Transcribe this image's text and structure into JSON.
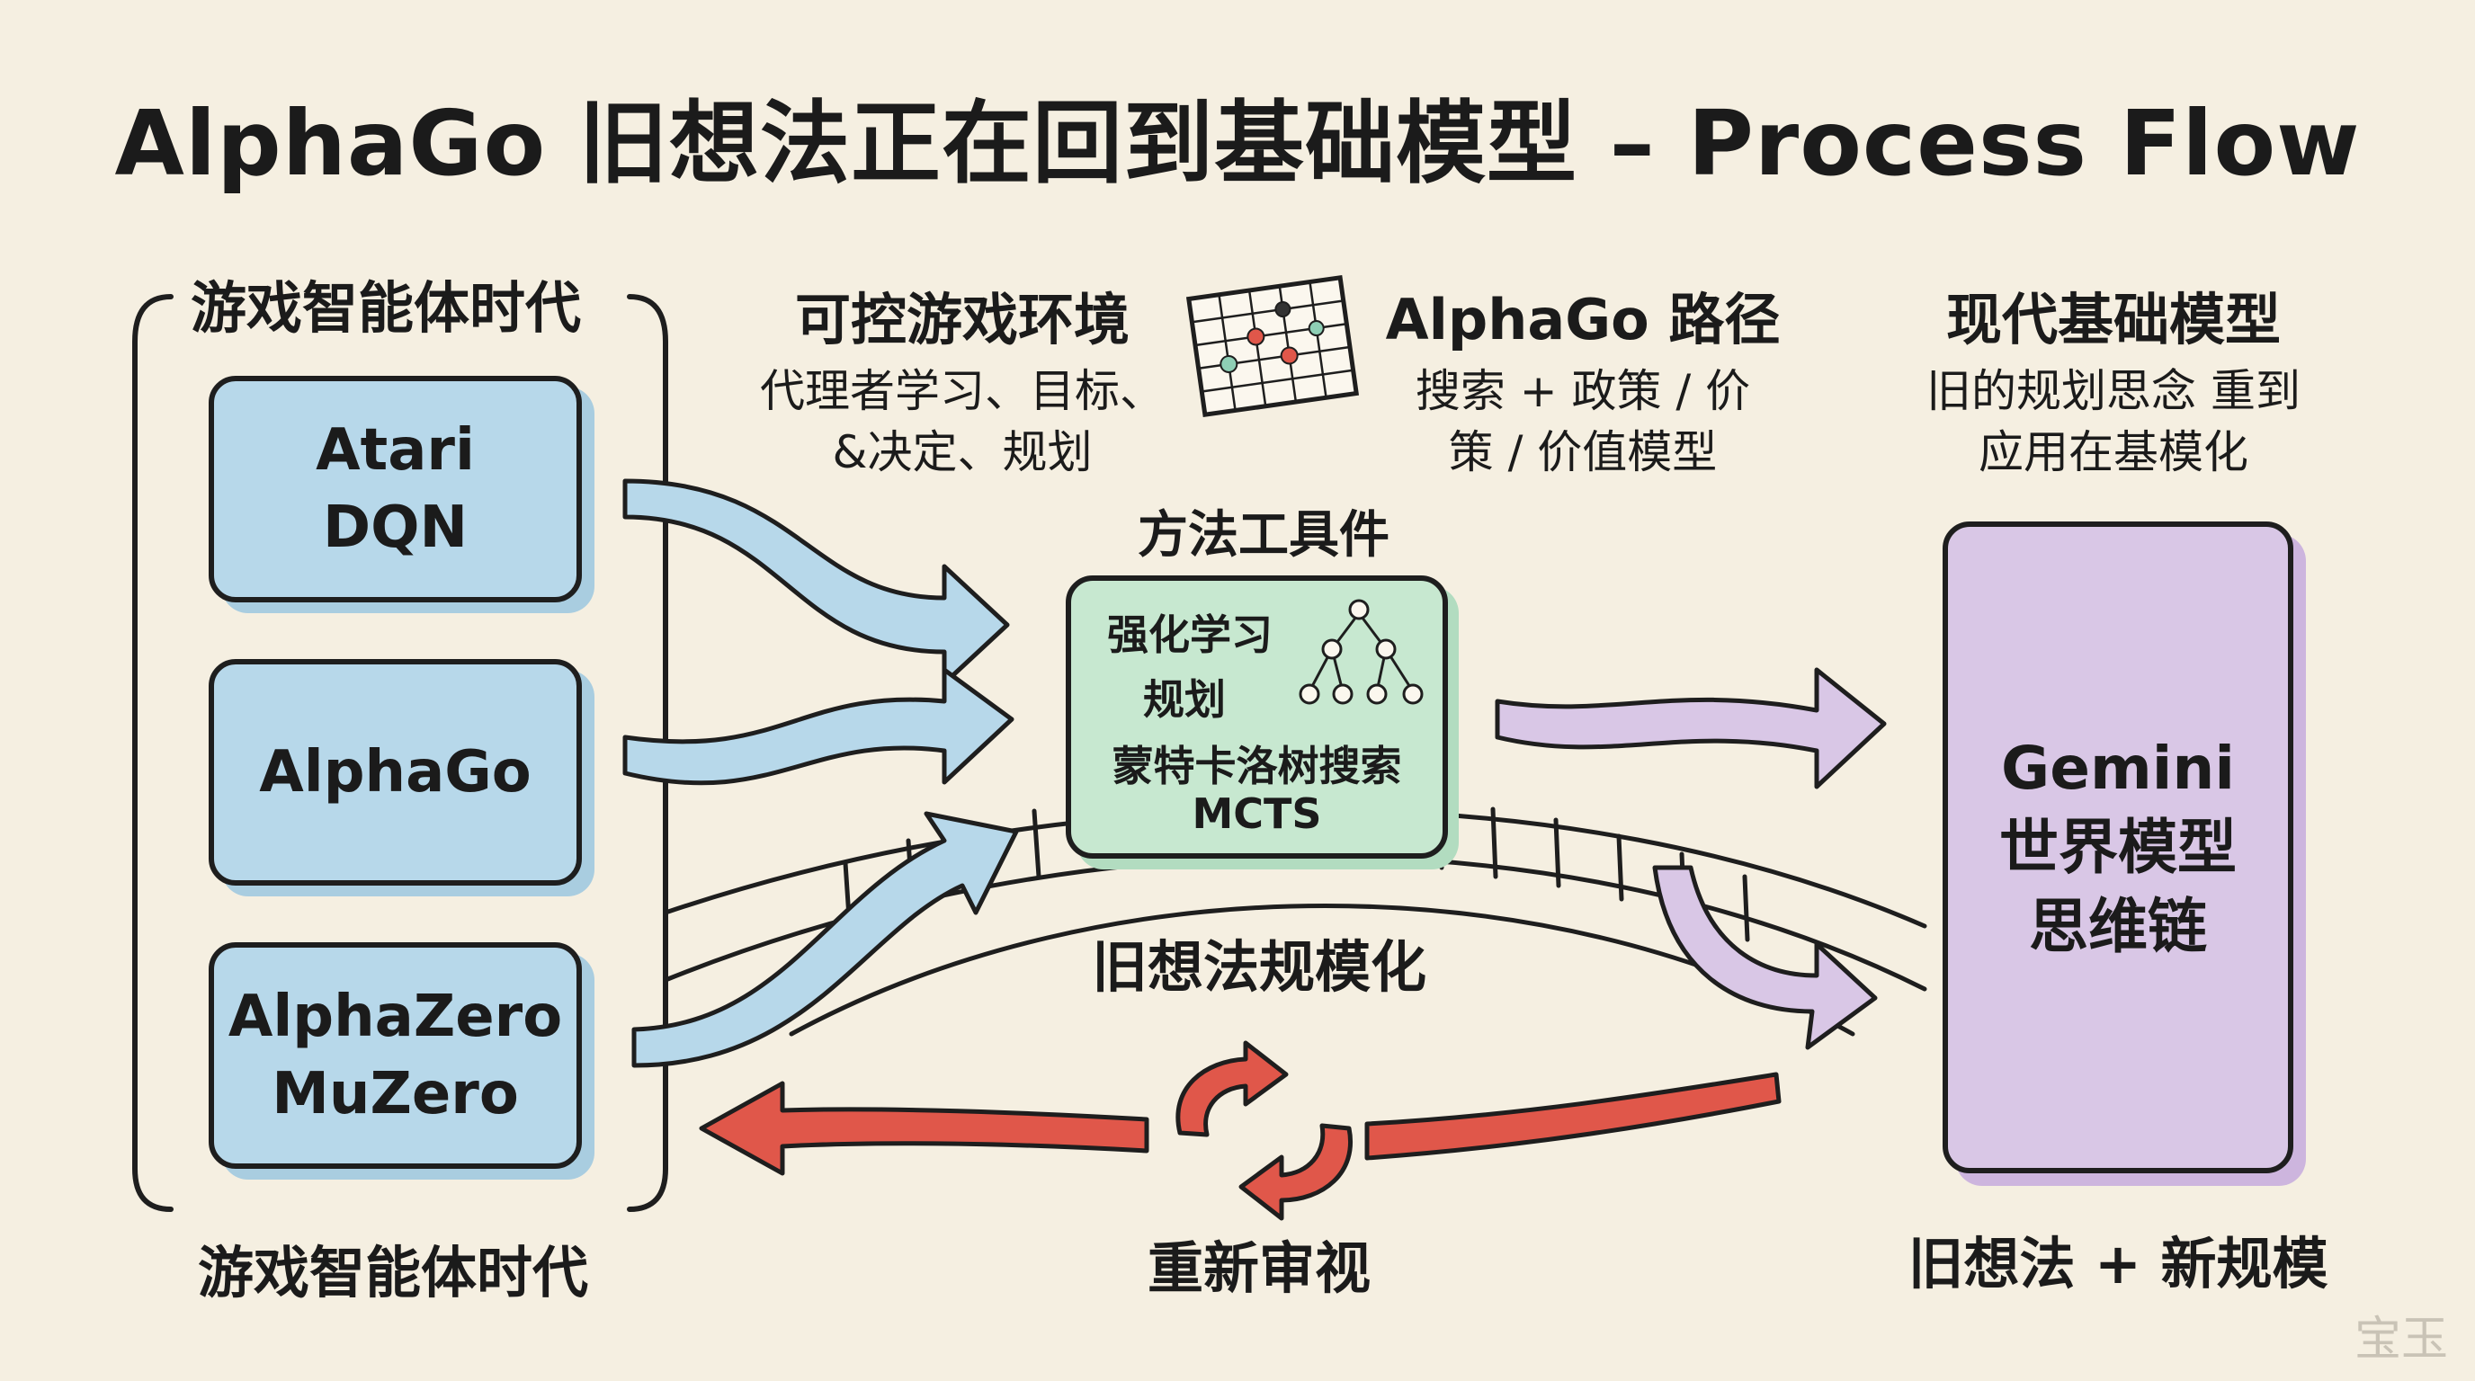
{
  "title": "AlphaGo 旧想法正在回到基础模型 – Process Flow",
  "left_column": {
    "top_label": "游戏智能体时代",
    "bottom_label": "游戏智能体时代",
    "boxes": [
      {
        "lines": [
          "Atari",
          "DQN"
        ]
      },
      {
        "lines": [
          "AlphaGo"
        ]
      },
      {
        "lines": [
          "AlphaZero",
          "MuZero"
        ]
      }
    ]
  },
  "section_game_env": {
    "heading": "可控游戏环境",
    "lines": [
      "代理者学习、目标、",
      "&决定、规划"
    ]
  },
  "section_alphago_path": {
    "heading": "AlphaGo 路径",
    "lines": [
      "搜索 + 政策 / 价",
      "策 / 价值模型"
    ]
  },
  "section_modern": {
    "heading": "现代基础模型",
    "lines": [
      "旧的规划思念 重到",
      "应用在基模化"
    ]
  },
  "toolkit": {
    "heading": "方法工具件",
    "lines": [
      "强化学习",
      "规划",
      "蒙特卡洛树搜索",
      "MCTS"
    ]
  },
  "bridge_label": "旧想法规模化",
  "right_box": {
    "lines": [
      "Gemini",
      "世界模型",
      "思维链"
    ]
  },
  "right_bottom_label": "旧想法 + 新规模",
  "revisit_label": "重新审视",
  "watermark": "宝玉",
  "icons": [
    "go-board-icon",
    "tree-icon",
    "cycle-arrows-icon"
  ],
  "colors": {
    "background": "#f5efe1",
    "blue": "#b7d8ea",
    "green": "#c7e8d0",
    "purple": "#d9c7e6",
    "red": "#e0574a"
  }
}
